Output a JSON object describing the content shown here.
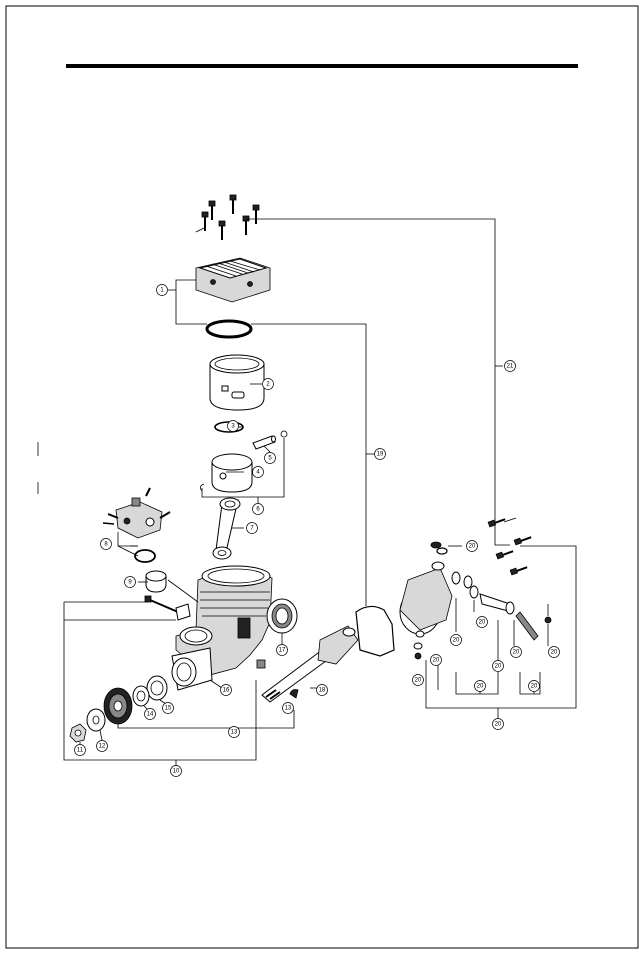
{
  "callouts": [
    {
      "id": "c1",
      "text": "1"
    },
    {
      "id": "c2",
      "text": "2"
    },
    {
      "id": "c3",
      "text": "3"
    },
    {
      "id": "c4",
      "text": "4"
    },
    {
      "id": "c5",
      "text": "5"
    },
    {
      "id": "c6",
      "text": "6"
    },
    {
      "id": "c7",
      "text": "7"
    },
    {
      "id": "c8",
      "text": "8"
    },
    {
      "id": "c9",
      "text": "9"
    },
    {
      "id": "c10",
      "text": "10"
    },
    {
      "id": "c11",
      "text": "11"
    },
    {
      "id": "c12",
      "text": "12"
    },
    {
      "id": "c13a",
      "text": "13"
    },
    {
      "id": "c13b",
      "text": "13"
    },
    {
      "id": "c14",
      "text": "14"
    },
    {
      "id": "c15",
      "text": "15"
    },
    {
      "id": "c16",
      "text": "16"
    },
    {
      "id": "c17",
      "text": "17"
    },
    {
      "id": "c18",
      "text": "18"
    },
    {
      "id": "c19",
      "text": "19"
    },
    {
      "id": "c20a",
      "text": "20"
    },
    {
      "id": "c20b",
      "text": "20"
    },
    {
      "id": "c20c",
      "text": "20"
    },
    {
      "id": "c20d",
      "text": "20"
    },
    {
      "id": "c20e",
      "text": "20"
    },
    {
      "id": "c20f",
      "text": "20"
    },
    {
      "id": "c20g",
      "text": "20"
    },
    {
      "id": "c20h",
      "text": "20"
    },
    {
      "id": "c20i",
      "text": "20"
    },
    {
      "id": "c20j",
      "text": "20"
    },
    {
      "id": "c20k",
      "text": "20"
    },
    {
      "id": "c21",
      "text": "21"
    }
  ]
}
